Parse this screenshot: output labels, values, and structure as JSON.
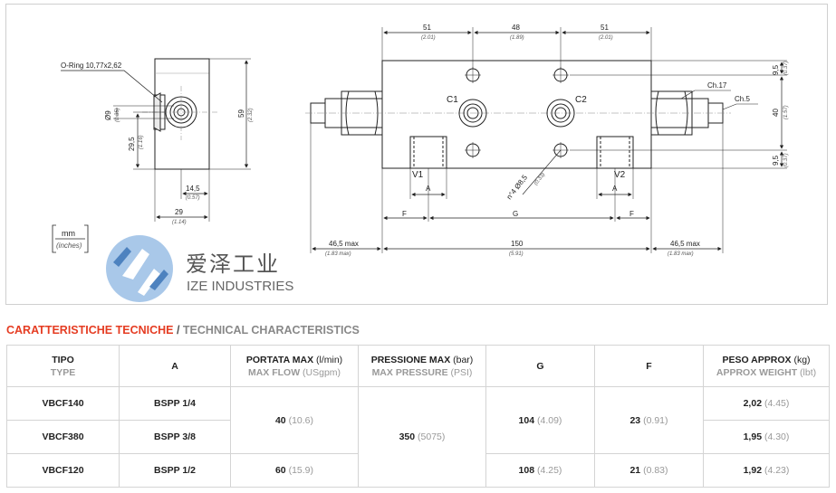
{
  "drawing": {
    "oring_label": "O-Ring 10,77x2,62",
    "left_view": {
      "width_value": "29",
      "width_inch": "(1.14)",
      "offset_value": "14,5",
      "offset_inch": "(0.57)",
      "height_value": "59",
      "height_inch": "(2.32)",
      "port_value": "29,5",
      "port_inch": "(1.16)",
      "dia_value": "Ø9",
      "dia_inch": "(0.35)"
    },
    "units": {
      "mm": "mm",
      "inches": "(inches)"
    },
    "front_view": {
      "top_dims": [
        {
          "value": "51",
          "inch": "(2.01)"
        },
        {
          "value": "48",
          "inch": "(1.89)"
        },
        {
          "value": "51",
          "inch": "(2.01)"
        }
      ],
      "right_dims": [
        {
          "value": "9,5",
          "inch": "(0.37)"
        },
        {
          "value": "40",
          "inch": "(1.57)"
        },
        {
          "value": "9,5",
          "inch": "(0.37)"
        }
      ],
      "port_c1": "C1",
      "port_c2": "C2",
      "port_v1": "V1",
      "port_v2": "V2",
      "hole_label": "n°4 Ø8,5",
      "hole_inch": "(0.33)",
      "ch17": "Ch.17",
      "ch5": "Ch.5",
      "a_label": "A",
      "f_label": "F",
      "g_label": "G",
      "overall_left": "46,5 max",
      "overall_left_inch": "(1.83 max)",
      "overall_center": "150",
      "overall_center_inch": "(5.91)",
      "overall_right": "46,5 max",
      "overall_right_inch": "(1.83 max)"
    }
  },
  "logo": {
    "chinese": "爱泽工业",
    "english": "IZE INDUSTRIES",
    "color_primary": "#2f6db5",
    "color_secondary": "#9bbfe6"
  },
  "section": {
    "title_it": "CARATTERISTICHE TECNICHE",
    "separator": " / ",
    "title_en": "TECHNICAL CHARACTERISTICS",
    "accent_color": "#e53c22"
  },
  "table": {
    "headers": [
      {
        "main": "TIPO",
        "unit": "",
        "sub": "TYPE",
        "subunit": ""
      },
      {
        "main": "A",
        "unit": "",
        "sub": "",
        "subunit": ""
      },
      {
        "main": "PORTATA MAX",
        "unit": " (l/min)",
        "sub": "MAX FLOW",
        "subunit": " (USgpm)"
      },
      {
        "main": "PRESSIONE MAX",
        "unit": " (bar)",
        "sub": "MAX PRESSURE",
        "subunit": " (PSI)"
      },
      {
        "main": "G",
        "unit": "",
        "sub": "",
        "subunit": ""
      },
      {
        "main": "F",
        "unit": "",
        "sub": "",
        "subunit": ""
      },
      {
        "main": "PESO APPROX",
        "unit": " (kg)",
        "sub": "APPROX WEIGHT",
        "subunit": " (lbt)"
      }
    ],
    "rows": [
      {
        "tipo": "VBCF140",
        "a": "BSPP 1/4",
        "weight": "2,02",
        "weight_i": " (4.45)"
      },
      {
        "tipo": "VBCF380",
        "a": "BSPP 3/8",
        "weight": "1,95",
        "weight_i": " (4.30)"
      },
      {
        "tipo": "VBCF120",
        "a": "BSPP 1/2",
        "weight": "1,92",
        "weight_i": " (4.23)"
      }
    ],
    "flow_a": {
      "v": "40",
      "i": " (10.6)"
    },
    "flow_b": {
      "v": "60",
      "i": " (15.9)"
    },
    "pressure": {
      "v": "350",
      "i": " (5075)"
    },
    "g_a": {
      "v": "104",
      "i": " (4.09)"
    },
    "g_b": {
      "v": "108",
      "i": " (4.25)"
    },
    "f_a": {
      "v": "23",
      "i": " (0.91)"
    },
    "f_b": {
      "v": "21",
      "i": " (0.83)"
    }
  }
}
